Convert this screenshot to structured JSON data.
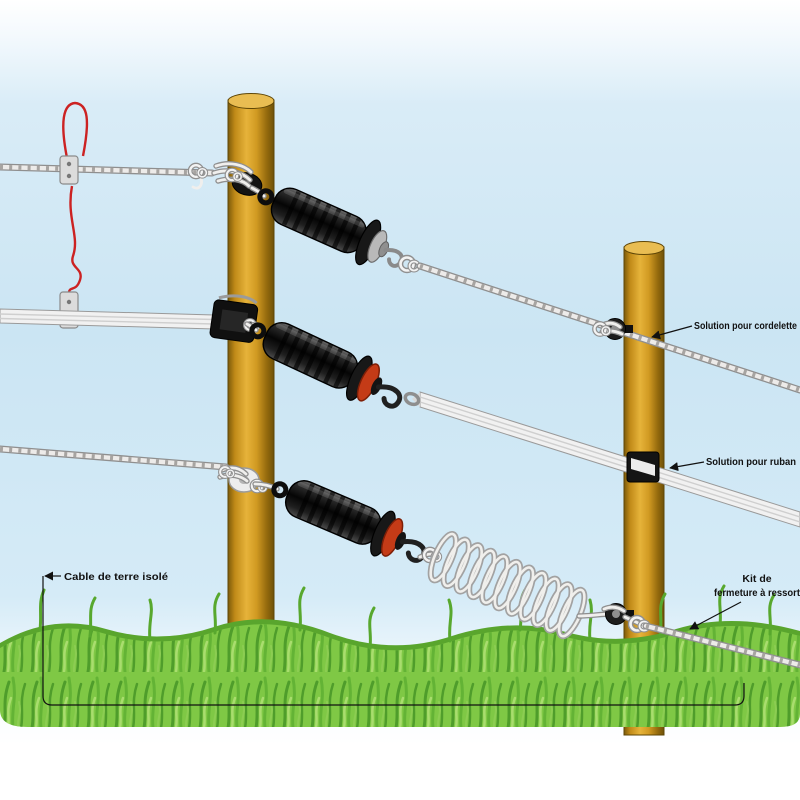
{
  "labels": {
    "solution_cordelette": "Solution pour cordelette",
    "solution_ruban": "Solution pour ruban",
    "cable_terre": "Cable de terre isolé",
    "kit_line1": "Kit de",
    "kit_line2": "fermeture à ressort"
  },
  "colors": {
    "sky_blue": "#cde7f4",
    "grass_green": "#7fc845",
    "grass_dark": "#4f9d2b",
    "post_wood": "#d89a22",
    "handle_black": "#161616",
    "handle_ring_red": "#c43b17",
    "earth_cable_red": "#cc2222",
    "cord_white": "#eeeeee",
    "label_ink": "#111111"
  }
}
